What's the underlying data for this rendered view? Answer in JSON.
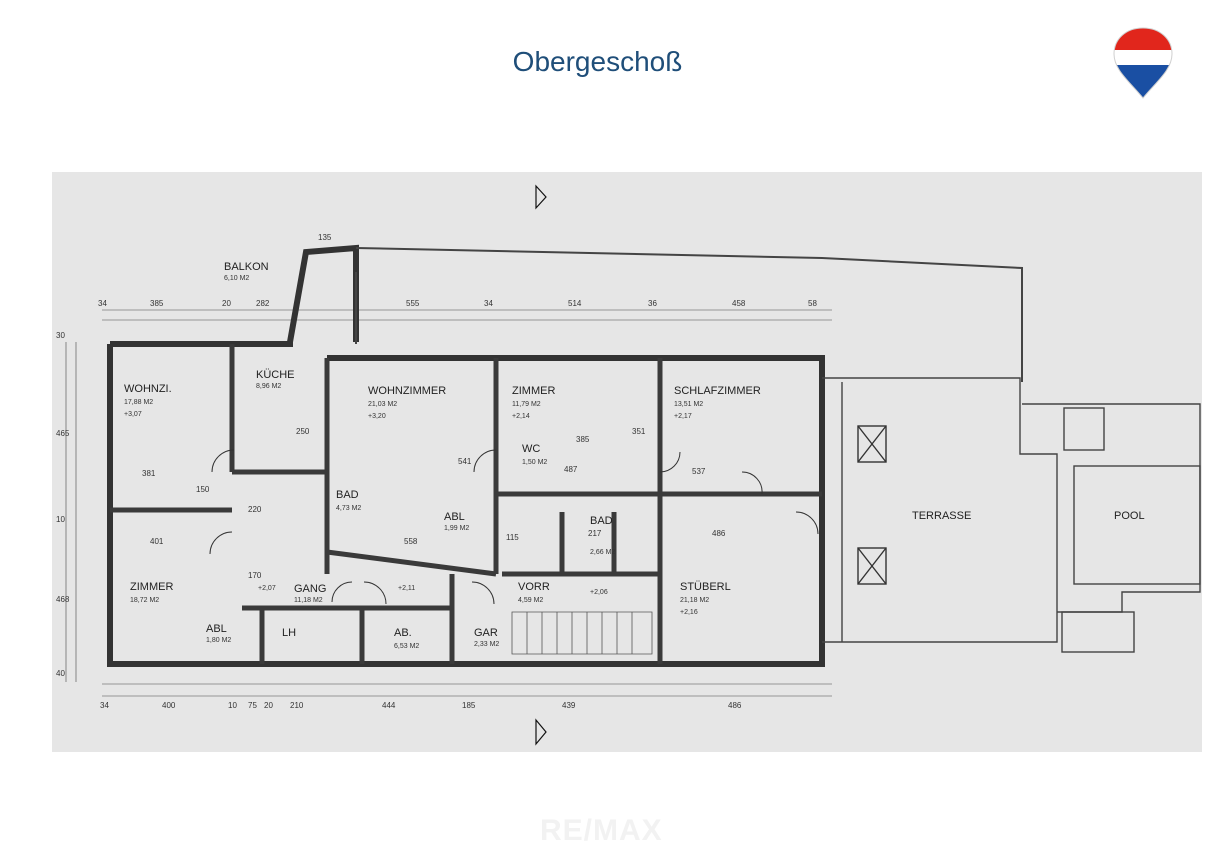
{
  "page": {
    "title": "Obergeschoß",
    "watermark": "RE/MAX"
  },
  "brand": {
    "colors": {
      "red": "#e1261c",
      "blue": "#1a4fa3",
      "white": "#ffffff"
    },
    "icon": "balloon-icon"
  },
  "rooms": {
    "balkon": {
      "name": "BALKON",
      "area": "6,10 M2"
    },
    "wohnzimmer_small": {
      "name": "WOHNZI.",
      "area": "17,88 M2",
      "level": "+3,07"
    },
    "kueche": {
      "name": "KÜCHE",
      "area": "8,96 M2"
    },
    "wohnzimmer": {
      "name": "WOHNZIMMER",
      "area": "21,03 M2",
      "level": "+3,20"
    },
    "zimmer_top": {
      "name": "ZIMMER",
      "area": "11,79 M2",
      "level": "+2,14"
    },
    "wc": {
      "name": "WC",
      "area": "1,50 M2"
    },
    "schlafzimmer": {
      "name": "SCHLAFZIMMER",
      "area": "13,51 M2",
      "level": "+2,17"
    },
    "zimmer_bottom": {
      "name": "ZIMMER",
      "area": "18,72 M2"
    },
    "abstell_left": {
      "name": "ABL",
      "area": "1,80 M2"
    },
    "bad_left": {
      "name": "BAD",
      "area": "4,73 M2"
    },
    "gang": {
      "name": "GANG",
      "area": "11,18 M2"
    },
    "lh": {
      "name": "LH"
    },
    "ab": {
      "name": "AB.",
      "area": "6,53 M2"
    },
    "abstell_mid": {
      "name": "ABL",
      "area": "1,99 M2"
    },
    "gar": {
      "name": "GAR",
      "area": "2,33 M2"
    },
    "vorr": {
      "name": "VORR",
      "area": "4,59 M2"
    },
    "bad_right": {
      "name": "BAD",
      "area": "2,66 M2"
    },
    "stueberl": {
      "name": "STÜBERL",
      "area": "21,18 M2",
      "level": "+2,16"
    },
    "terrasse": {
      "name": "TERRASSE"
    },
    "pool": {
      "name": "POOL"
    }
  },
  "levels": {
    "gang": "+2,07",
    "ab": "+2,11",
    "vorr": "+2,06"
  },
  "dimensions": {
    "top": [
      "34",
      "385",
      "20",
      "282",
      "555",
      "34",
      "514",
      "36",
      "458",
      "58"
    ],
    "top_extra": [
      "135"
    ],
    "bottom": [
      "34",
      "400",
      "10",
      "75",
      "20",
      "210",
      "444",
      "185",
      "439",
      "486"
    ],
    "left": [
      "30",
      "465",
      "10",
      "468",
      "40"
    ],
    "inner": [
      "381",
      "401",
      "558",
      "487",
      "486",
      "115",
      "217",
      "537",
      "541",
      "385",
      "351",
      "250",
      "150",
      "170",
      "220"
    ]
  }
}
